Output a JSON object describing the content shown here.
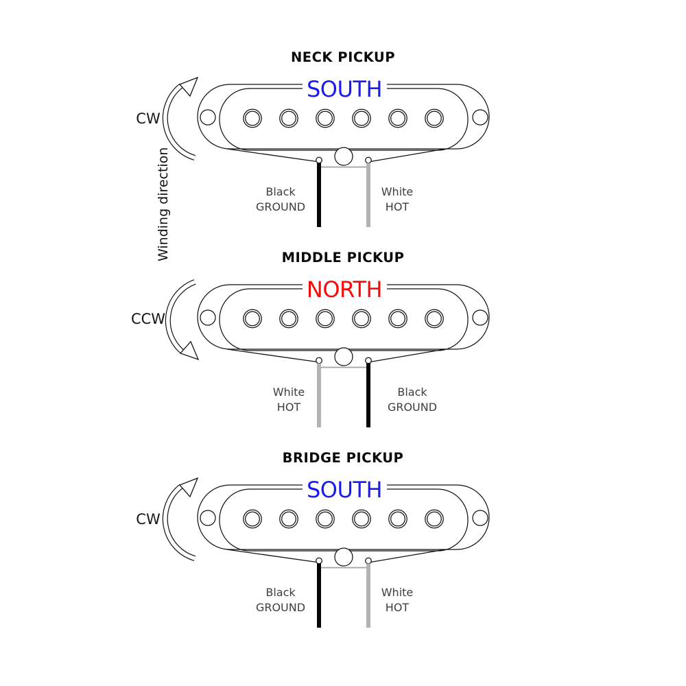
{
  "page": {
    "background": "#ffffff"
  },
  "diagram": {
    "winding_direction_label": "Winding direction",
    "colors": {
      "south_blue": "#1b1bef",
      "north_red": "#f90909",
      "outline_black": "#111111",
      "label_gray": "#3d3d3d",
      "wire_black": "#050505",
      "wire_white": "#b3b3b3",
      "connector_gray": "#a3a3a3"
    },
    "pickups": [
      {
        "title": "NECK PICKUP",
        "polarity": "SOUTH",
        "polarity_color": "#1b1bef",
        "winding": "CW",
        "left_wire": {
          "color_name": "Black",
          "role": "GROUND",
          "hex": "#050505"
        },
        "right_wire": {
          "color_name": "White",
          "role": "HOT",
          "hex": "#b3b3b3"
        }
      },
      {
        "title": "MIDDLE PICKUP",
        "polarity": "NORTH",
        "polarity_color": "#f90909",
        "winding": "CCW",
        "left_wire": {
          "color_name": "White",
          "role": "HOT",
          "hex": "#b3b3b3"
        },
        "right_wire": {
          "color_name": "Black",
          "role": "GROUND",
          "hex": "#050505"
        }
      },
      {
        "title": "BRIDGE PICKUP",
        "polarity": "SOUTH",
        "polarity_color": "#1b1bef",
        "winding": "CW",
        "left_wire": {
          "color_name": "Black",
          "role": "GROUND",
          "hex": "#050505"
        },
        "right_wire": {
          "color_name": "White",
          "role": "HOT",
          "hex": "#b3b3b3"
        }
      }
    ]
  }
}
